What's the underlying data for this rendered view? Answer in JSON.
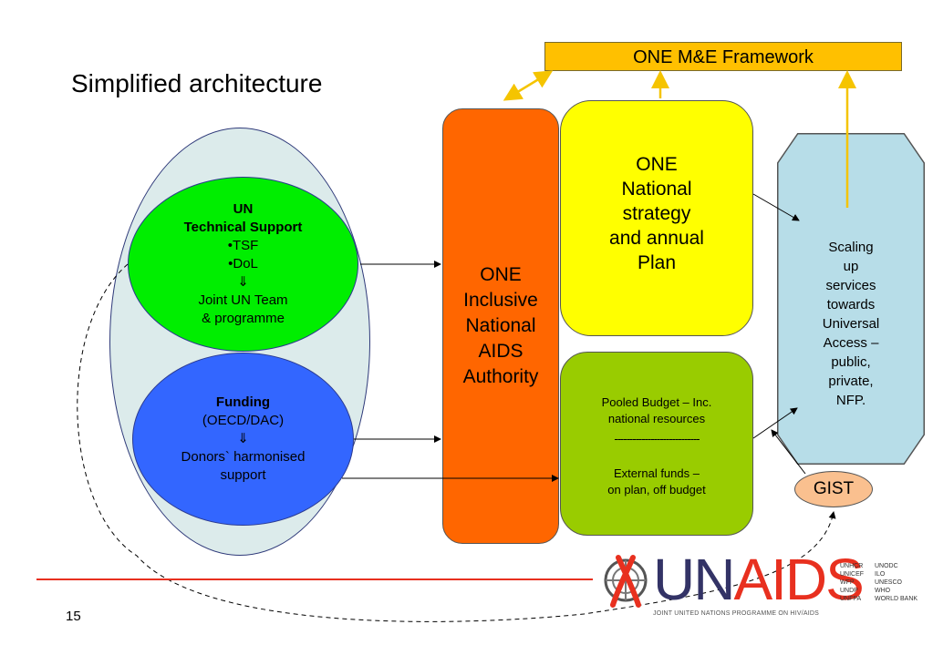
{
  "slide": {
    "title": "Simplified architecture",
    "page_number": "15"
  },
  "framework": {
    "label": "ONE M&E Framework"
  },
  "un_support": {
    "title_line1": "UN",
    "title_line2": "Technical Support",
    "items": [
      "•TSF",
      "•DoL"
    ],
    "arrow": "⇓",
    "result_line1": "Joint UN Team",
    "result_line2": "& programme"
  },
  "funding": {
    "title": "Funding",
    "subtitle": "(OECD/DAC)",
    "arrow": "⇓",
    "result_line1": "Donors` harmonised",
    "result_line2": "support"
  },
  "authority": {
    "lines": [
      "ONE",
      "Inclusive",
      "National",
      "AIDS",
      "Authority"
    ]
  },
  "strategy": {
    "lines": [
      "ONE",
      "National",
      "strategy",
      "and annual",
      "Plan"
    ]
  },
  "budget": {
    "pooled_line1": "Pooled Budget – Inc.",
    "pooled_line2": "national resources",
    "separator": "----------------------------",
    "external_line1": "External funds –",
    "external_line2": "on plan, off budget"
  },
  "scaling": {
    "lines": [
      "Scaling",
      "up",
      "services",
      "towards",
      "Universal",
      "Access –",
      "public,",
      "private,",
      "NFP."
    ]
  },
  "gist": {
    "label": "GIST"
  },
  "logo": {
    "un": "UN",
    "aids": "AIDS",
    "subtitle": "JOINT UNITED NATIONS PROGRAMME ON HIV/AIDS",
    "cosponsors_col1": [
      "UNHCR",
      "UNICEF",
      "WFP",
      "UNDP",
      "UNFPA"
    ],
    "cosponsors_col2": [
      "UNODC",
      "ILO",
      "UNESCO",
      "WHO",
      "WORLD BANK"
    ]
  },
  "colors": {
    "framework": "#ffc000",
    "un_support": "#00ee00",
    "funding": "#3366ff",
    "authority": "#ff6600",
    "strategy": "#ffff00",
    "budget": "#99cc00",
    "scaling": "#b7dde8",
    "gist": "#fac08f",
    "arrow_gold": "#f5c400",
    "accent_red": "#e8301f"
  }
}
